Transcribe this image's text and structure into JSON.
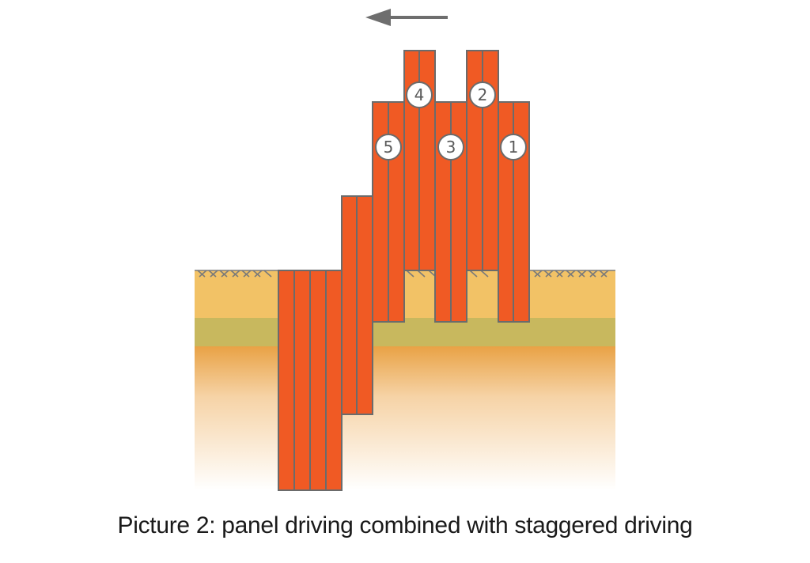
{
  "caption": "Picture 2: panel driving combined with staggered driving",
  "colors": {
    "pile": "#f05a24",
    "pile_outline": "#6b6b6b",
    "soil_top": "#f2c266",
    "soil_band": "#c8b85e",
    "soil_deep": "#e9a245",
    "arrow": "#6e6e6e"
  },
  "direction_icon": "arrow-left-icon",
  "sequence_labels": [
    "1",
    "2",
    "3",
    "4",
    "5"
  ]
}
